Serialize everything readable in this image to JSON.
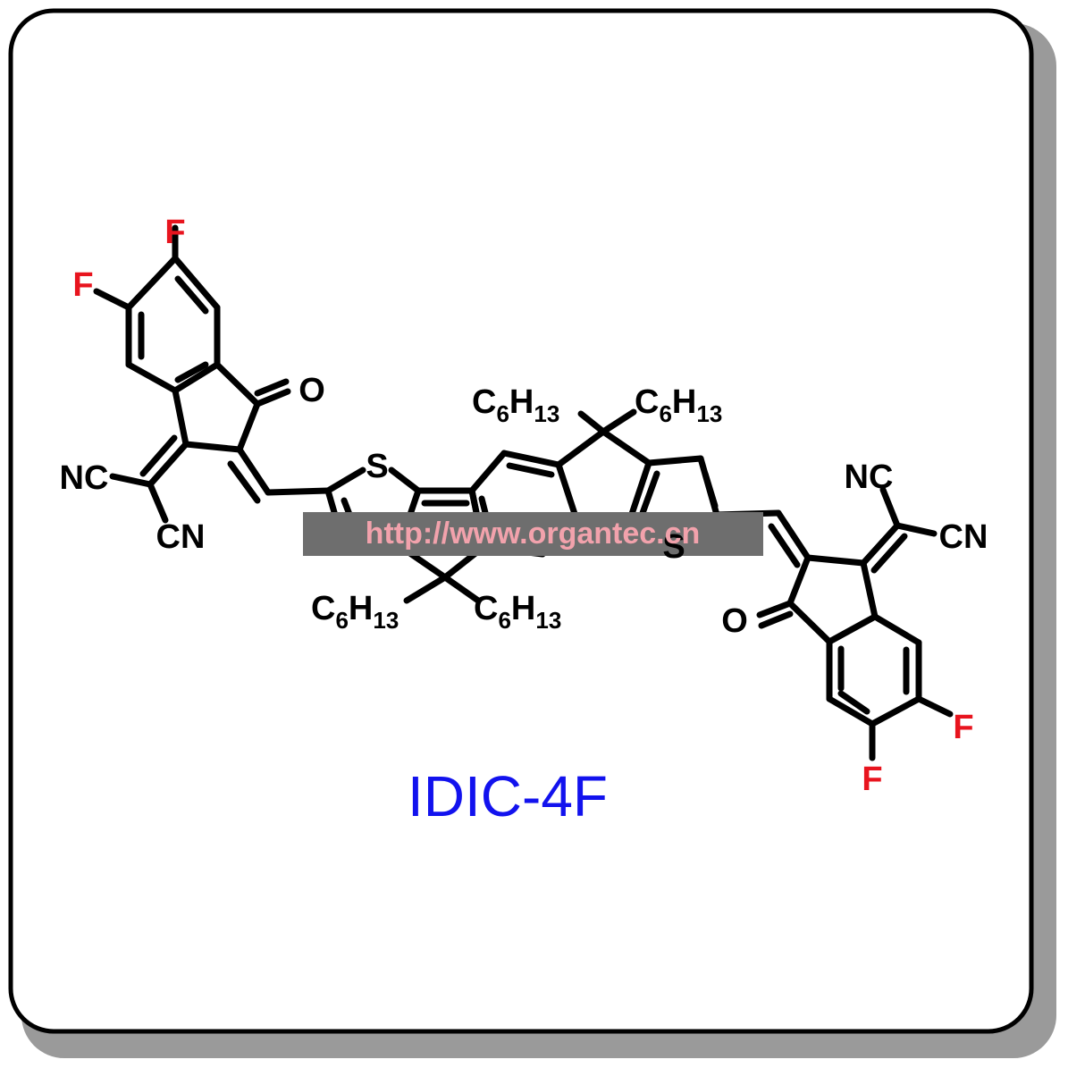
{
  "compound_name": "IDIC-4F",
  "watermark": "http://www.organtec.cn",
  "colors": {
    "bond": "#000000",
    "fluorine": "#e8141e",
    "title": "#1212ee",
    "watermark_band": "#6e6e6e",
    "watermark_text": "#f2a2ac",
    "frame_shadow": "#9a9a9a"
  },
  "labels": {
    "F": "F",
    "O": "O",
    "S": "S",
    "NC": "NC",
    "CN": "CN",
    "C": "C",
    "H": "H",
    "sub6": "6",
    "sub13": "13"
  }
}
